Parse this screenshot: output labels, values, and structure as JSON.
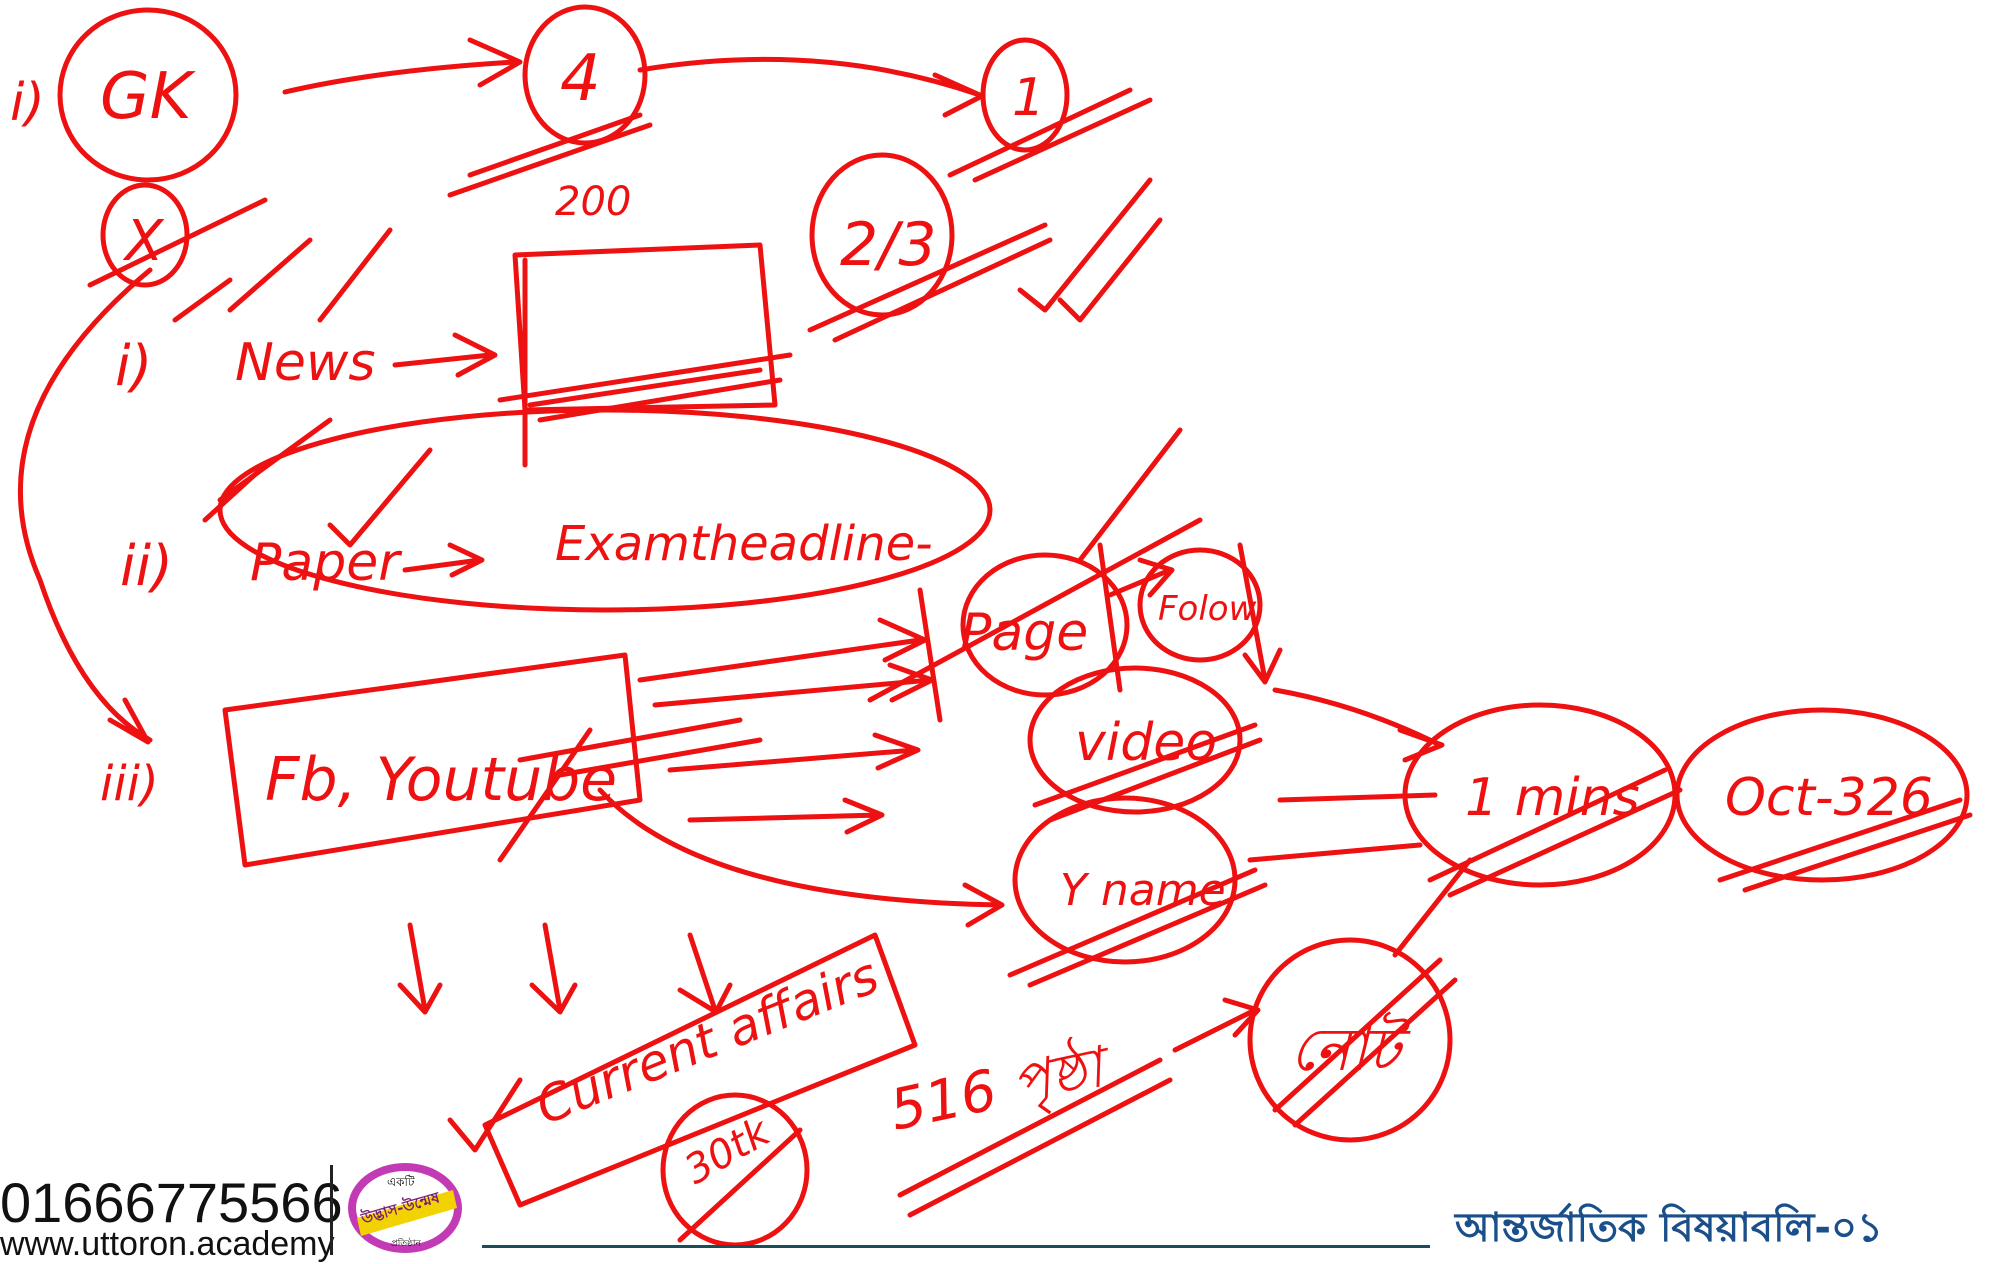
{
  "board": {
    "nodes": {
      "gk": "GK",
      "four": "4",
      "two_hundred": "200",
      "one": "1",
      "two_three": "2/3",
      "x_mark": "X",
      "i_marker": "i)",
      "news": "News",
      "i_marker_2": "i)",
      "ii_marker": "ii)",
      "paper": "Paper",
      "exam_headline": "Examtheadline-",
      "iii_marker": "iii)",
      "fb_youtube": "Fb, Youtube",
      "page": "Page",
      "follow": "Folow",
      "video": "video",
      "y_name": "Y name",
      "one_mins": "1 mins",
      "oct_326": "Oct-326",
      "current_affairs": "Current affairs",
      "three_oh_tk": "30tk",
      "five_sixteen": "516 পৃষ্ঠা",
      "note": "নোট"
    }
  },
  "footer": {
    "phone": "01666775566",
    "website": "www.uttoron.academy",
    "logo_top": "একটি",
    "logo_main": "উদ্ভাস-উন্মেষ",
    "logo_bottom": "প্রতিষ্ঠান",
    "chapter_title": "আন্তর্জাতিক বিষয়াবলি-০১"
  },
  "colors": {
    "ink": "#ee1111",
    "chapter": "#1a4f8a",
    "footer_line": "#1c4e5a",
    "logo_bg": "#c33bb4",
    "logo_band": "#f2d200"
  }
}
